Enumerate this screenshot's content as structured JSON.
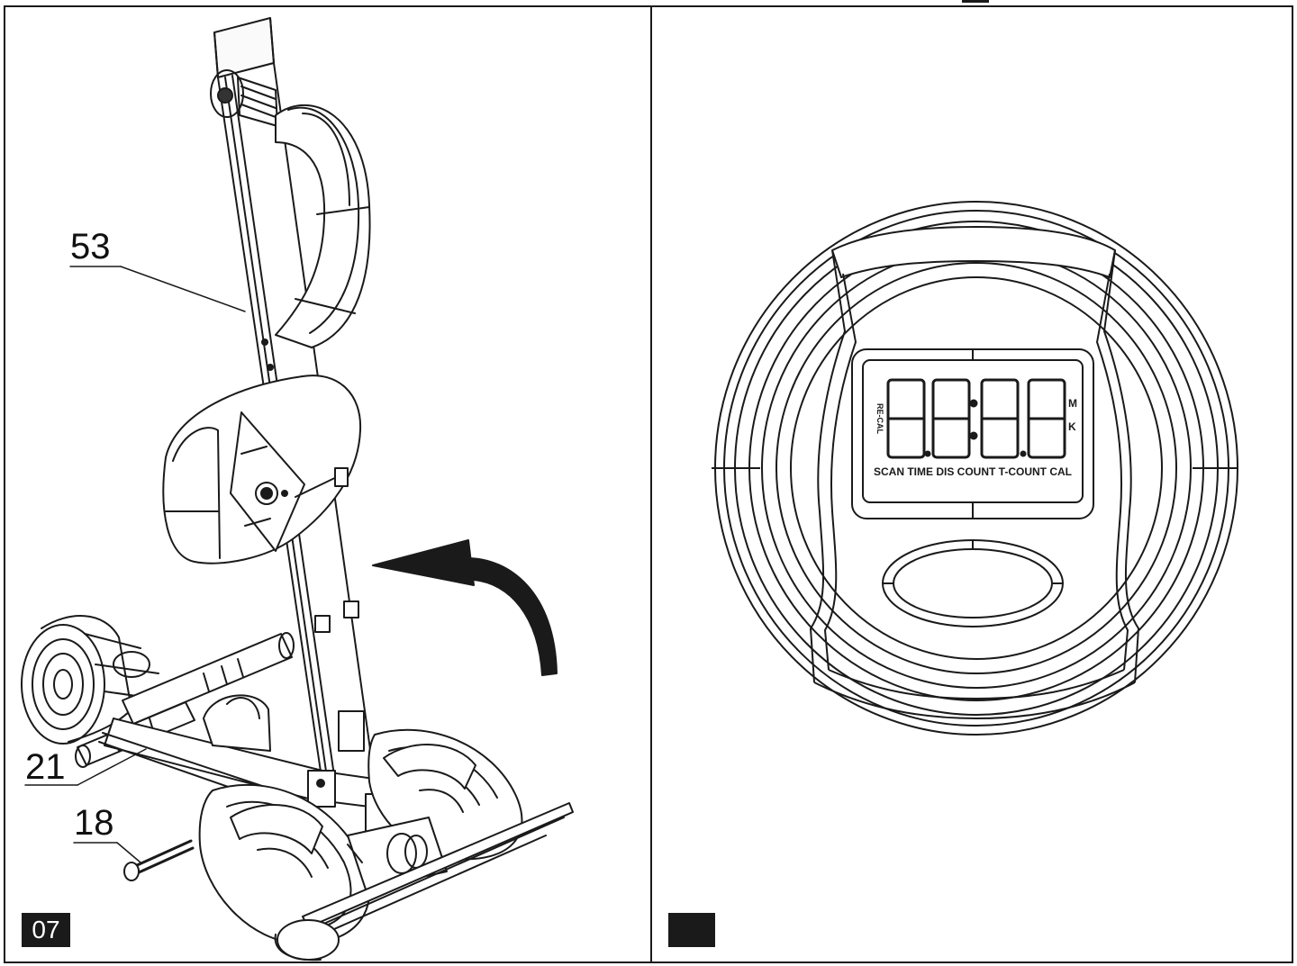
{
  "left_panel": {
    "part_labels": {
      "p53": "53",
      "p21": "21",
      "p18": "18"
    },
    "step_number": "07"
  },
  "right_panel": {
    "lcd": {
      "digits": "88:88",
      "unit_top": "M",
      "unit_bottom": "K",
      "side_label": "RE-CAL",
      "function_labels": "SCAN TIME DIS COUNT T-COUNT CAL"
    },
    "step_number": ""
  }
}
